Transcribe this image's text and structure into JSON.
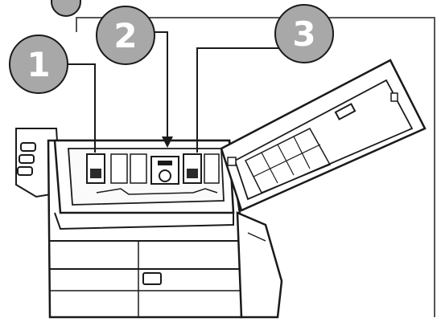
{
  "callouts": [
    {
      "label": "1",
      "color": "#a8a8a8"
    },
    {
      "label": "2",
      "color": "#a8a8a8"
    },
    {
      "label": "3",
      "color": "#a8a8a8"
    }
  ],
  "style": {
    "line_color": "#1a1a1a",
    "fill": "#ffffff"
  }
}
